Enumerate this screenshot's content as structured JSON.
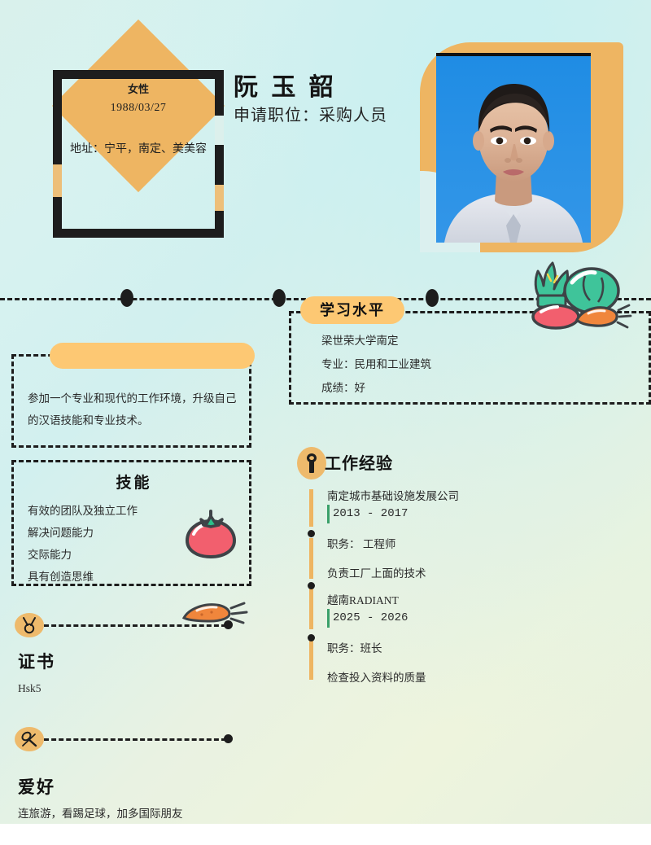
{
  "header": {
    "name": "阮 玉 韶",
    "position_label": "申请职位：采购人员",
    "gender": "女性",
    "birthdate": "1988/03/27",
    "address": "地址：宁平，南定、美美容",
    "photo_alt": "portrait-photo"
  },
  "objective": {
    "pill_label": "",
    "text": "参加一个专业和现代的工作环境，升级自己的汉语技能和专业技术。"
  },
  "skills": {
    "title": "技能",
    "items": [
      "有效的团队及独立工作",
      "解决问题能力",
      "交际能力",
      "具有创造思维"
    ]
  },
  "certificate": {
    "title": "证书",
    "body": "Hsk5"
  },
  "hobby": {
    "title": "爱好",
    "body": "连旅游，看踢足球，加多国际朋友"
  },
  "education": {
    "pill_label": "学习水平",
    "lines": [
      "梁世荣大学南定",
      "专业：民用和工业建筑",
      "成绩：好"
    ]
  },
  "work": {
    "title": "工作经验",
    "jobs": [
      {
        "company": "南定城市基础设施发展公司",
        "years": "2013 - 2017",
        "role": "职务：  工程师",
        "duty": "负责工厂上面的技术"
      },
      {
        "company": "越南RADIANT",
        "years": "2025 - 2026",
        "role": "职务：班长",
        "duty": "检查投入资料的质量"
      }
    ]
  },
  "colors": {
    "accent_orange": "#eeb562",
    "pill_orange": "#fdc873",
    "ink": "#1d1d1d",
    "bg_start": "#d9f1ec",
    "bg_end": "#eef4dd",
    "photo_bg": "#2a92e6",
    "year_marker_green": "#3aa06a"
  }
}
